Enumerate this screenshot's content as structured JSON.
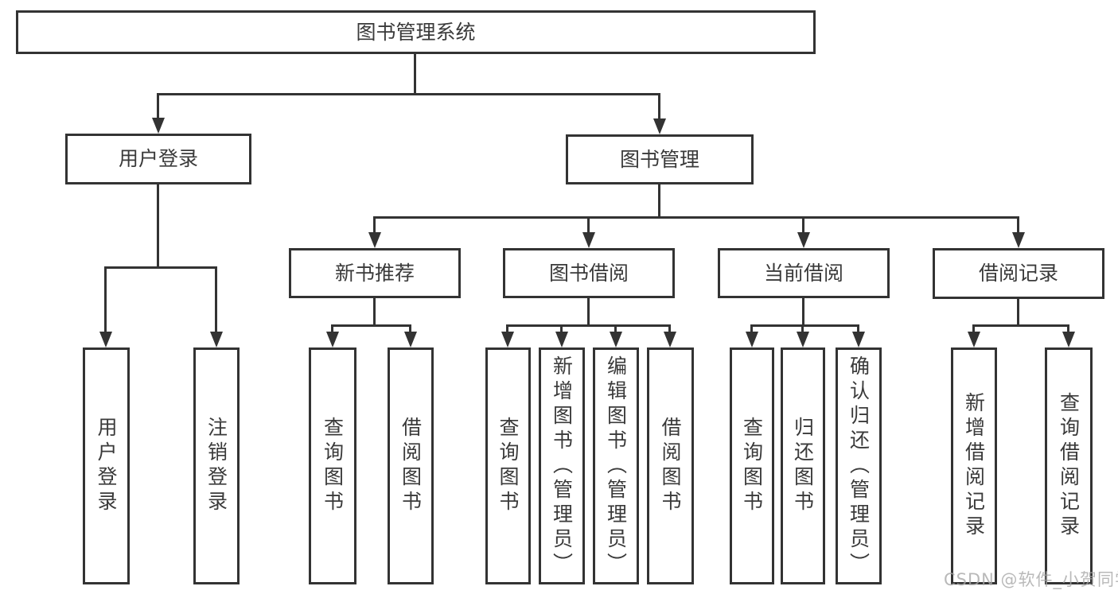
{
  "tree": {
    "root": {
      "label": "图书管理系统"
    },
    "branches": [
      {
        "label": "用户登录",
        "children": [
          {
            "label": "用户登录"
          },
          {
            "label": "注销登录"
          }
        ]
      },
      {
        "label": "图书管理",
        "children": [
          {
            "label": "新书推荐",
            "children": [
              {
                "label": "查询图书"
              },
              {
                "label": "借阅图书"
              }
            ]
          },
          {
            "label": "图书借阅",
            "children": [
              {
                "label": "查询图书"
              },
              {
                "label": "新增图书（管理员）"
              },
              {
                "label": "编辑图书（管理员）"
              },
              {
                "label": "借阅图书"
              }
            ]
          },
          {
            "label": "当前借阅",
            "children": [
              {
                "label": "查询图书"
              },
              {
                "label": "归还图书"
              },
              {
                "label": "确认归还（管理员）"
              }
            ]
          },
          {
            "label": "借阅记录",
            "children": [
              {
                "label": "新增借阅记录"
              },
              {
                "label": "查询借阅记录"
              }
            ]
          }
        ]
      }
    ]
  },
  "watermark": {
    "text": "CSDN @软件_小贺同学"
  },
  "colors": {
    "line": "#333333",
    "text": "#3a3a3a",
    "box_bg": "#ffffff",
    "watermark": "#a8a8a8"
  }
}
